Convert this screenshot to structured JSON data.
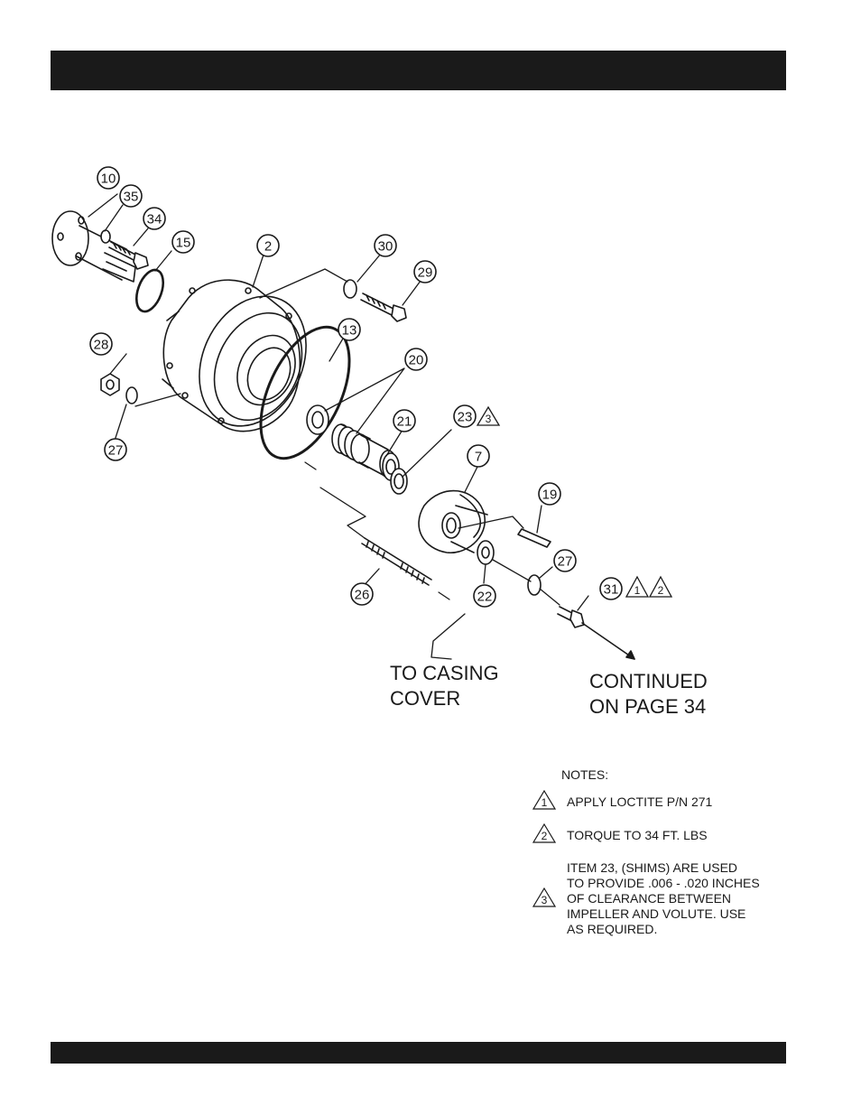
{
  "callouts": [
    {
      "id": "c10",
      "label": "10"
    },
    {
      "id": "c35",
      "label": "35"
    },
    {
      "id": "c34",
      "label": "34"
    },
    {
      "id": "c15",
      "label": "15"
    },
    {
      "id": "c2",
      "label": "2"
    },
    {
      "id": "c30",
      "label": "30"
    },
    {
      "id": "c29",
      "label": "29"
    },
    {
      "id": "c13",
      "label": "13"
    },
    {
      "id": "c20",
      "label": "20"
    },
    {
      "id": "c28",
      "label": "28"
    },
    {
      "id": "c27a",
      "label": "27"
    },
    {
      "id": "c21",
      "label": "21"
    },
    {
      "id": "c23",
      "label": "23"
    },
    {
      "id": "c7",
      "label": "7"
    },
    {
      "id": "c19",
      "label": "19"
    },
    {
      "id": "c27b",
      "label": "27"
    },
    {
      "id": "c22",
      "label": "22"
    },
    {
      "id": "c31",
      "label": "31"
    },
    {
      "id": "c26",
      "label": "26"
    }
  ],
  "triangles": {
    "t23": "3",
    "t31a": "1",
    "t31b": "2"
  },
  "captions": {
    "casing_cover": "TO CASING\nCOVER",
    "continued": "CONTINUED\nON PAGE 34"
  },
  "notes": {
    "title": "NOTES:",
    "items": [
      {
        "marker": "1",
        "text": "APPLY LOCTITE  P/N 271"
      },
      {
        "marker": "2",
        "text": "TORQUE TO 34 FT. LBS"
      },
      {
        "marker": "3",
        "text": "ITEM 23, (SHIMS) ARE USED\nTO PROVIDE .006 - .020 INCHES\nOF CLEARANCE BETWEEN\nIMPELLER AND VOLUTE. USE\nAS REQUIRED."
      }
    ]
  }
}
